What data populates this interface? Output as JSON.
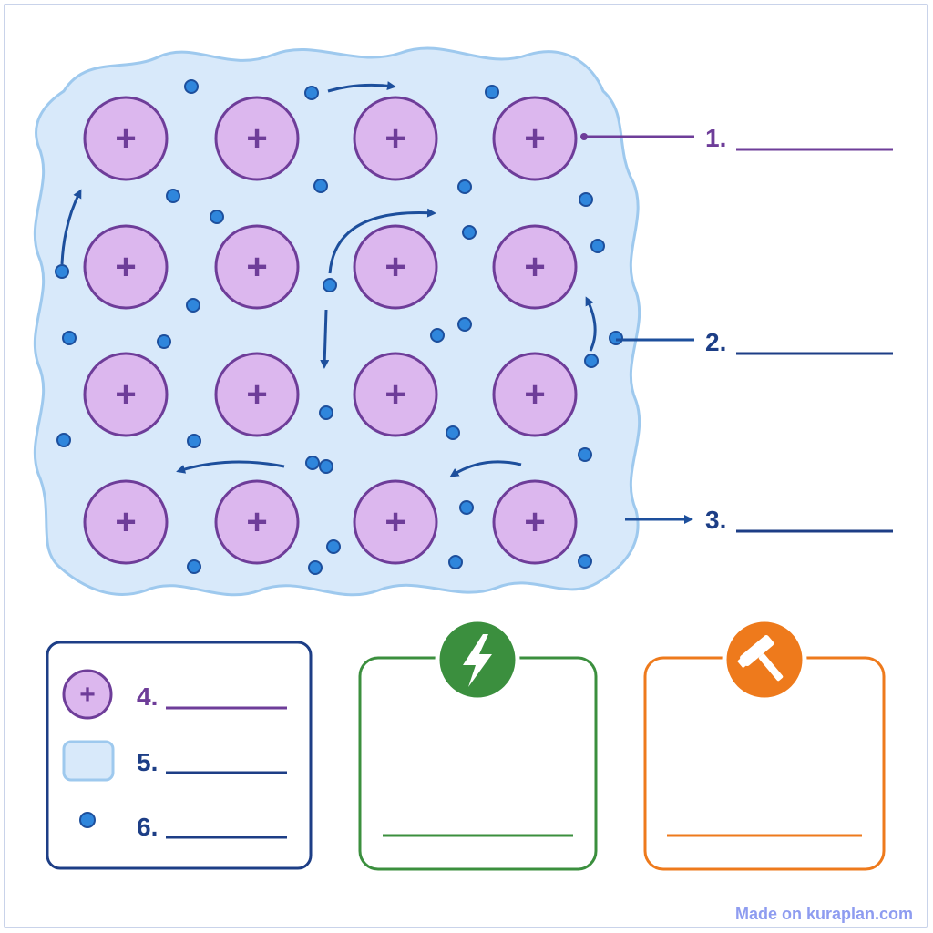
{
  "labels": {
    "l1": "1.",
    "l2": "2.",
    "l3": "3.",
    "l4": "4.",
    "l5": "5.",
    "l6": "6."
  },
  "ion_sign": "+",
  "colors": {
    "ion_fill": "#dcb7ee",
    "ion_stroke": "#6e3d99",
    "sea_fill": "#d8e9fa",
    "sea_stroke": "#9ec9ee",
    "electron_fill": "#2f86dc",
    "electron_stroke": "#1d4f9c",
    "arrow": "#1d4f9c",
    "label_purple": "#6e3d99",
    "label_navy": "#1d3e86",
    "green": "#3b8f3e",
    "orange": "#ee7a1c"
  },
  "icons": {
    "middle_box": "lightning-bolt-icon",
    "right_box": "hammer-icon"
  },
  "footer": {
    "credit": "Made on kuraplan.com"
  }
}
